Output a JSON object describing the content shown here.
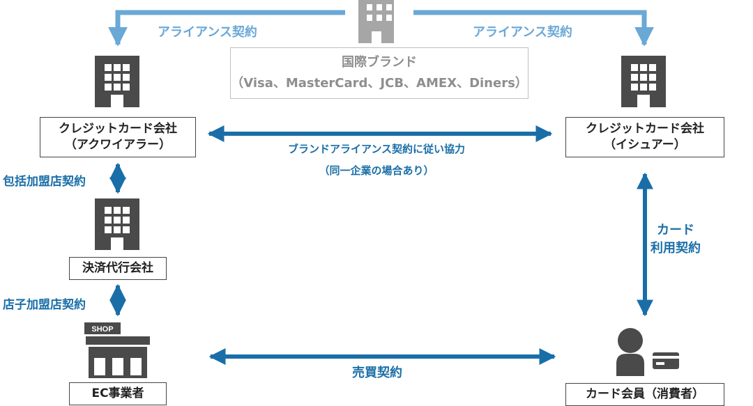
{
  "top_left_label": "アライアンス契約",
  "top_right_label": "アライアンス契約",
  "intl_brand": {
    "title": "国際ブランド",
    "members": "（Visa、MasterCard、JCB、AMEX、Diners）"
  },
  "acquirer": {
    "line1": "クレジットカード会社",
    "line2": "（アクワイアラー）"
  },
  "issuer": {
    "line1": "クレジットカード会社",
    "line2": "（イシュアー）"
  },
  "brand_alliance": {
    "line1": "ブランドアライアンス契約に従い協力",
    "line2": "（同一企業の場合あり）"
  },
  "inclusive_contract": "包括加盟店契約",
  "payment_agent": "決済代行会社",
  "child_contract": "店子加盟店契約",
  "shop_sign": "SHOP",
  "ec_merchant": "EC事業者",
  "card_usage": {
    "line1": "カード",
    "line2": "利用契約"
  },
  "sales_contract": "売買契約",
  "cardholder": "カード会員（消費者）",
  "colors": {
    "light_blue": "#6aa8d6",
    "dark_blue": "#1a6ea8",
    "icon_dark": "#4a4a4a",
    "icon_gray": "#a6a6a6"
  }
}
